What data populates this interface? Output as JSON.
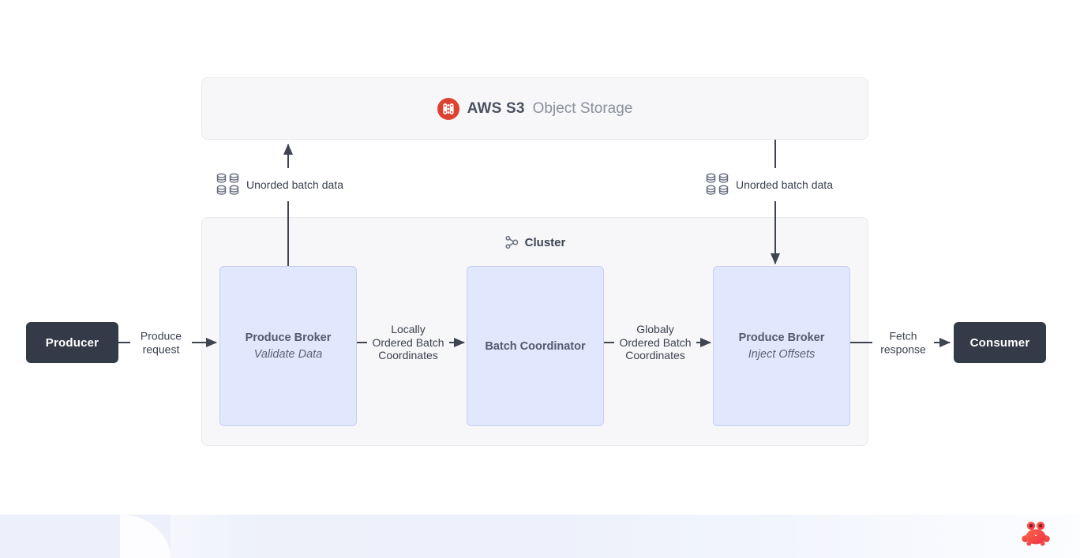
{
  "s3_bar": {
    "brand": "AWS S3",
    "title": "Object Storage",
    "icon": "s3-database-icon"
  },
  "cluster": {
    "title": "Cluster",
    "icon": "network-cluster-icon"
  },
  "nodes": {
    "producer": {
      "label": "Producer"
    },
    "consumer": {
      "label": "Consumer"
    },
    "broker_validate": {
      "title": "Produce Broker",
      "subtitle": "Validate Data"
    },
    "batch_coordinator": {
      "title": "Batch Coordinator"
    },
    "broker_inject": {
      "title": "Produce Broker",
      "subtitle": "Inject Offsets"
    }
  },
  "edge_labels": {
    "produce_request": "Produce request",
    "locally_ordered": "Locally Ordered Batch Coordinates",
    "globaly_ordered": "Globaly Ordered Batch Coordinates",
    "fetch_response": "Fetch response",
    "unorded_left": "Unorded batch data",
    "unorded_right": "Unorded batch data"
  },
  "colors": {
    "accent_red": "#dd4231",
    "crab_red": "#f04438",
    "dark_node": "#343a48",
    "light_node_fill": "#e1e7fc",
    "light_node_border": "#c7cef3",
    "panel_fill": "#f7f7f9",
    "panel_border": "#e9eaee",
    "arrow": "#3f4451",
    "footer_tint": "#edf0fa"
  }
}
